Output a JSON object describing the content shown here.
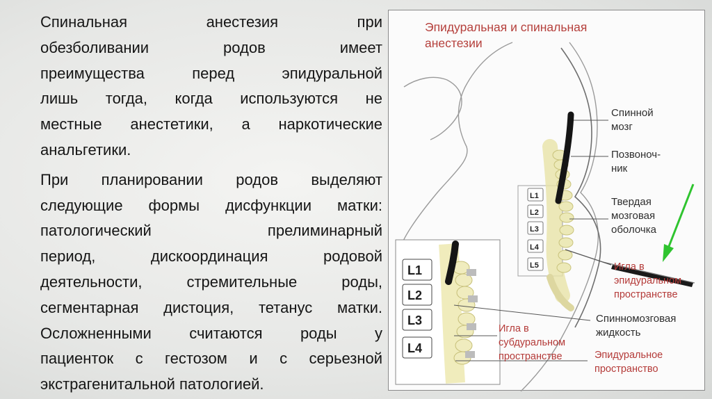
{
  "text": {
    "para1_lines": [
      "Спинальная анестезия при",
      "обезболивании родов имеет",
      "преимущества перед эпидуральной",
      "лишь тогда, когда используются не",
      "местные анестетики, а наркотические",
      "анальгетики."
    ],
    "para2_lines": [
      "При планировании родов выделяют",
      "следующие формы дисфункции матки:",
      "патологический прелиминарный",
      "период, дискоординация родовой",
      "деятельности, стремительные роды,",
      "сегментарная дистоция, тетанус матки.",
      "Осложненными считаются роды у",
      "пациенток с гестозом и с серьезной",
      "экстрагенитальной патологией."
    ]
  },
  "figure": {
    "title_line1": "Эпидуральная и спинальная",
    "title_line2": "анестезии",
    "labels": {
      "spinal_cord_1": "Спинной",
      "spinal_cord_2": "мозг",
      "spine_1": "Позвоноч-",
      "spine_2": "ник",
      "dura_1": "Твердая",
      "dura_2": "мозговая",
      "dura_3": "оболочка",
      "needle_epi_1": "Игла в",
      "needle_epi_2": "эпидуральном",
      "needle_epi_3": "пространстве",
      "csf_1": "Спинномозговая",
      "csf_2": "жидкость",
      "needle_sub_1": "Игла в",
      "needle_sub_2": "субдуральном",
      "needle_sub_3": "пространстве",
      "epi_space_1": "Эпидуральное",
      "epi_space_2": "пространство"
    },
    "vertebrae_small": [
      "L1",
      "L2",
      "L3",
      "L4",
      "L5"
    ],
    "vertebrae_large": [
      "L1",
      "L2",
      "L3",
      "L4"
    ],
    "colors": {
      "label_red": "#b43a38",
      "arrow_green": "#2fc42f",
      "bone": "#ece9b8"
    }
  }
}
